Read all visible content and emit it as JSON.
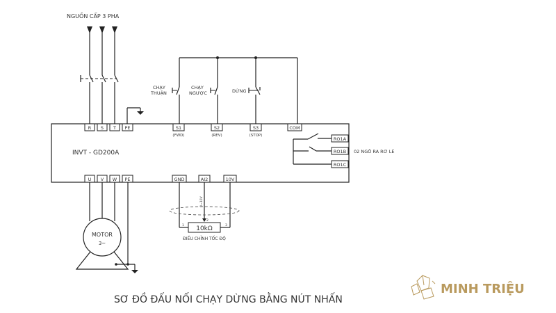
{
  "supply": {
    "label": "NGUỒN CẤP 3 PHA"
  },
  "inverter": {
    "model": "INVT - GD200A",
    "top_terminals": [
      "R",
      "S",
      "T",
      "PE"
    ],
    "bottom_terminals": [
      "U",
      "V",
      "W",
      "PE"
    ],
    "input_terminals": [
      {
        "name": "S1",
        "sub": "(FWD)"
      },
      {
        "name": "S2",
        "sub": "(REV)"
      },
      {
        "name": "S3",
        "sub": "(STOP)"
      },
      {
        "name": "COM",
        "sub": ""
      }
    ],
    "analog_terminals": [
      "GND",
      "AI2",
      "10V"
    ],
    "relay_terminals": [
      "RO1A",
      "RO1B",
      "RO1C"
    ]
  },
  "buttons": {
    "forward": [
      "CHẠY",
      "THUẬN"
    ],
    "reverse": [
      "CHẠY",
      "NGƯỢC"
    ],
    "stop": "DỪNG"
  },
  "relay_label": "02 NGÕ RA RƠ LE",
  "pot": {
    "value": "10kΩ",
    "range": "0~10V",
    "pin1": "1",
    "pin2": "2",
    "pin3": "3",
    "label": "ĐIỀU CHỈNH TỐC ĐỘ"
  },
  "motor": {
    "label": "MOTOR",
    "phase": "3~"
  },
  "caption": "SƠ ĐỒ ĐẤU NỐI CHẠY DỪNG BẰNG NÚT NHẤN",
  "brand": {
    "name": "MINH TRIỆU",
    "color": "#b99a5e"
  }
}
